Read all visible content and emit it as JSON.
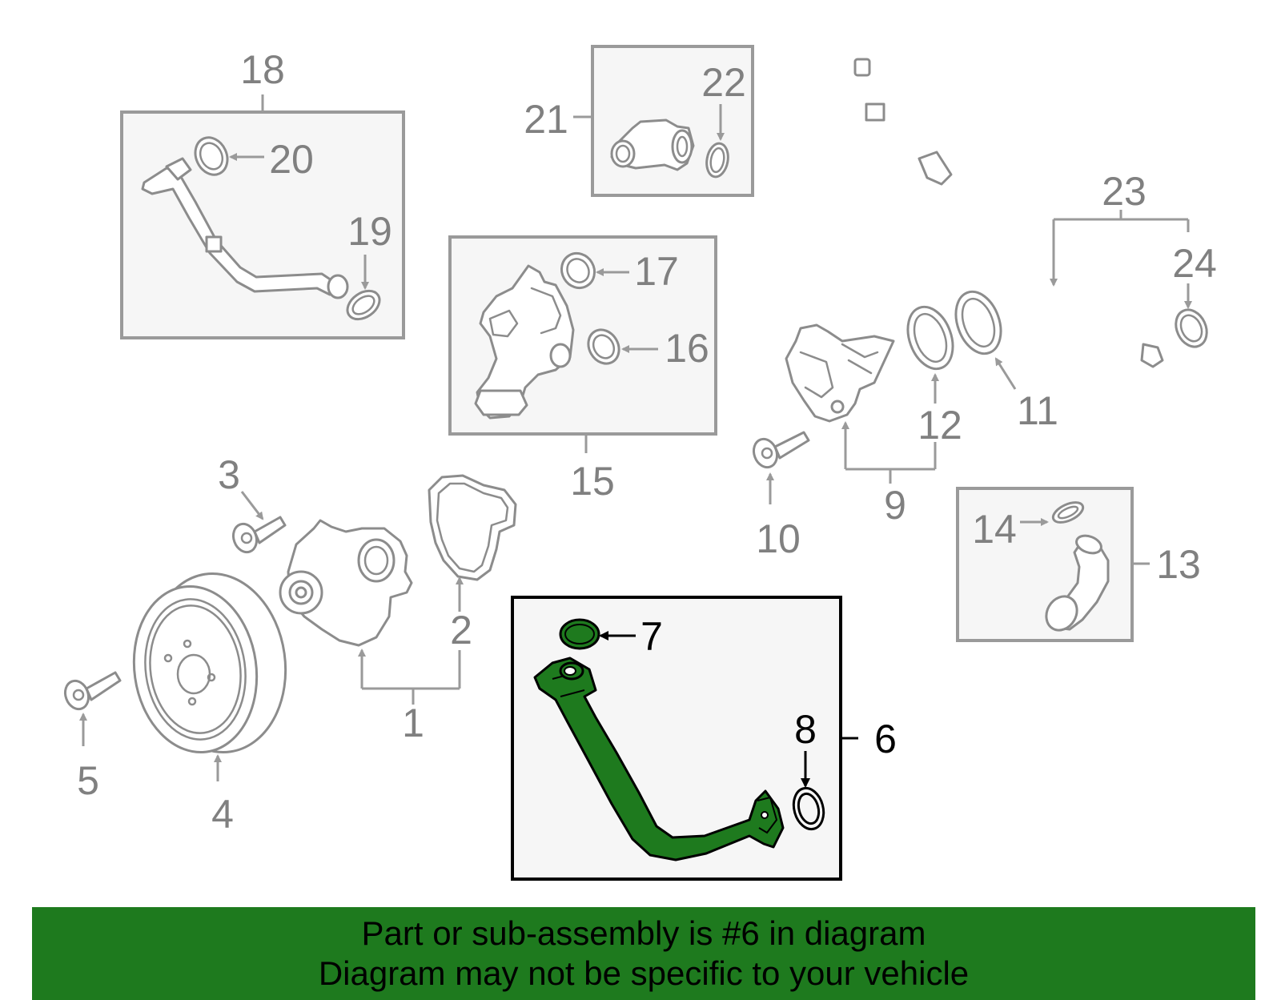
{
  "colors": {
    "highlight": "#1e7a1e",
    "banner": "#1e7a1e",
    "inactive": "#808080",
    "active": "#000000"
  },
  "callouts": {
    "c1": "1",
    "c2": "2",
    "c3": "3",
    "c4": "4",
    "c5": "5",
    "c6": "6",
    "c7": "7",
    "c8": "8",
    "c9": "9",
    "c10": "10",
    "c11": "11",
    "c12": "12",
    "c13": "13",
    "c14": "14",
    "c15": "15",
    "c16": "16",
    "c17": "17",
    "c18": "18",
    "c19": "19",
    "c20": "20",
    "c21": "21",
    "c22": "22",
    "c23": "23",
    "c24": "24"
  },
  "banner": {
    "line1": "Part or sub-assembly is #6 in diagram",
    "line2": "Diagram may not be specific to your vehicle"
  }
}
